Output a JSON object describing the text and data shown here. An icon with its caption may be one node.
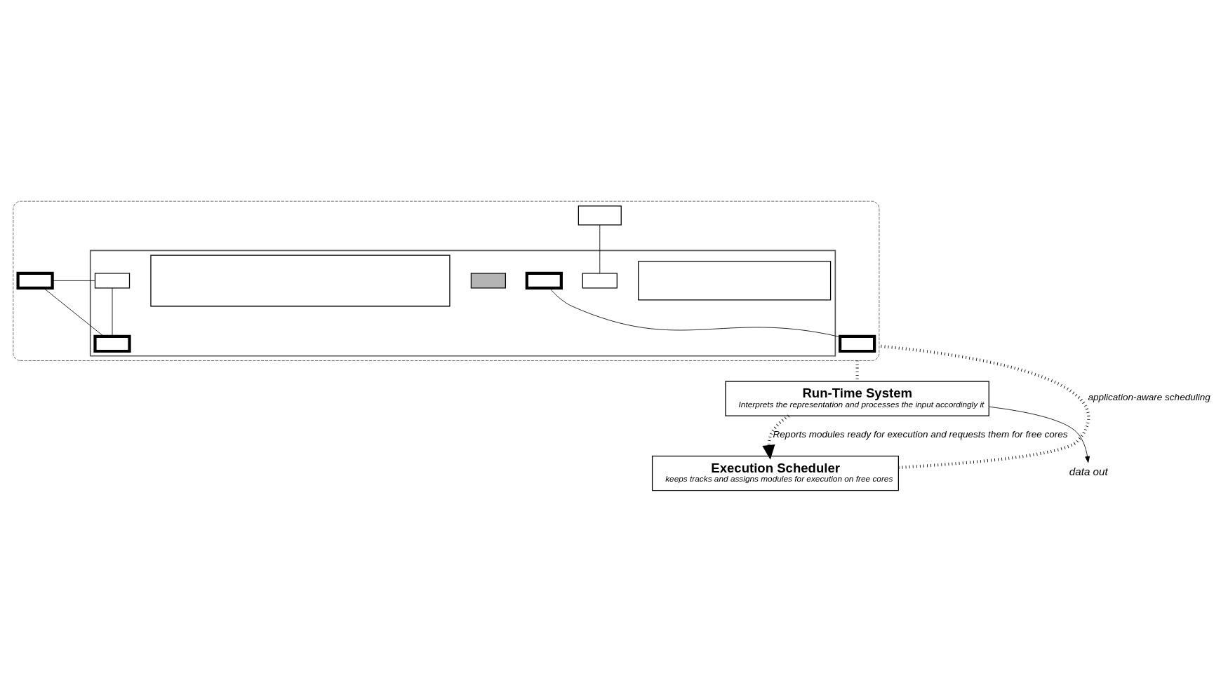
{
  "diagram": {
    "nodes": [
      {
        "text": [],
        "shape": "box"
      },
      {
        "text": [],
        "shape": "box",
        "in": 0
      },
      {
        "text": [],
        "shape": "box",
        "in": 0
      },
      {
        "text": [],
        "shape": "box",
        "in": 1
      },
      {
        "text": [],
        "shape": "box",
        "in": 1
      },
      {
        "text": [],
        "shape": "box",
        "in": 1
      },
      {
        "text": [],
        "shape": "box",
        "in": 1
      },
      {
        "text": [],
        "shape": "box",
        "in": 1
      },
      {
        "text": [],
        "shape": "box",
        "in": 0
      },
      {
        "text": [],
        "shape": "box",
        "in": 1
      },
      {
        "text": [],
        "shape": "box",
        "in": 1
      },
      {
        "text": [],
        "shape": "box",
        "in": 0
      },
      {
        "text": [
          "Run-Time System",
          "Interprets the representation and processes the input accordingly it"
        ]
      },
      {
        "text": [
          "Execution Scheduler",
          "keeps tracks and assigns modules for execution on free cores"
        ]
      },
      {
        "text": [
          "data out"
        ]
      }
    ],
    "edges": [
      {
        "from": 2,
        "to": 4,
        "arrow": "none"
      },
      {
        "from": 8,
        "to": 9,
        "arrow": "none"
      },
      {
        "from": 5,
        "to": 8,
        "arrow": "none"
      },
      {
        "from": 5,
        "to": 9,
        "arrow": "none"
      },
      {
        "from": 10,
        "to": 11,
        "arrow": "none"
      },
      {
        "from": 0,
        "to": 12,
        "arrow": "none",
        "style": "dashed"
      },
      {
        "from": 12,
        "to": 13,
        "arrow": "to",
        "style": "dashed",
        "label": "Reports modules ready for execution and requests them for free cores"
      },
      {
        "from": 12,
        "to": 14,
        "arrow": "to"
      },
      {
        "from": 13,
        "to": 0,
        "arrow": "none",
        "style": "dashed",
        "label": "application-aware scheduling"
      }
    ]
  }
}
